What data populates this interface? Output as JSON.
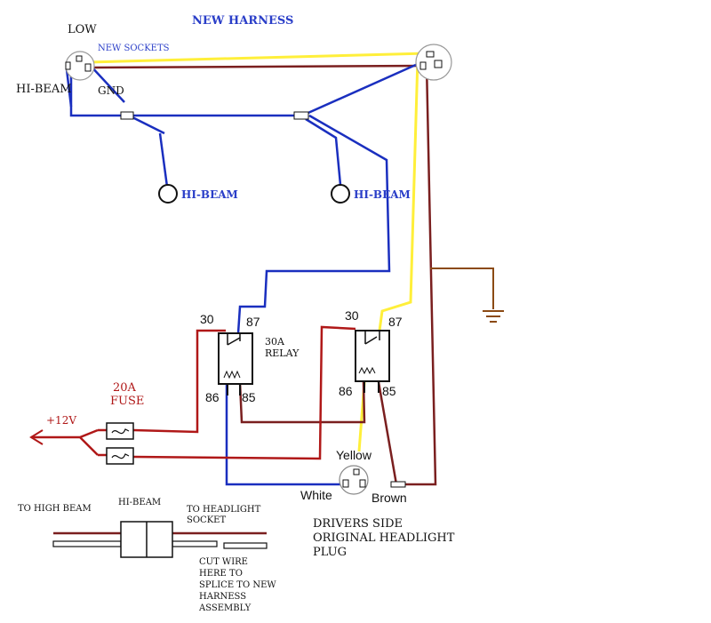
{
  "title": "NEW HARNESS",
  "headlights": {
    "left_socket_labels": {
      "low": "LOW",
      "new_sockets": "NEW SOCKETS",
      "hi_beam": "HI-BEAM",
      "gnd": "GND"
    },
    "hi_beam_bulb_1": "HI-BEAM",
    "hi_beam_bulb_2": "HI-BEAM"
  },
  "relay_left": {
    "pin_30": "30",
    "pin_87": "87",
    "pin_86": "86",
    "pin_85": "85",
    "label_line1": "30A",
    "label_line2": "RELAY"
  },
  "relay_right": {
    "pin_30": "30",
    "pin_87": "87",
    "pin_86": "86",
    "pin_85": "85"
  },
  "fuse": {
    "label_line1": "20A",
    "label_line2": "FUSE"
  },
  "power": {
    "label": "+12V"
  },
  "original_plug": {
    "yellow": "Yellow",
    "white": "White",
    "brown": "Brown",
    "caption_line1": "DRIVERS SIDE",
    "caption_line2": "ORIGINAL HEADLIGHT",
    "caption_line3": "PLUG"
  },
  "splice_legend": {
    "to_high_beam": "TO HIGH BEAM",
    "hi_beam": "HI-BEAM",
    "to_headlight_line1": "TO HEADLIGHT",
    "to_headlight_line2": "SOCKET",
    "cut_line1": "CUT WIRE",
    "cut_line2": "HERE TO",
    "cut_line3": "SPLICE TO NEW",
    "cut_line4": "HARNESS",
    "cut_line5": "ASSEMBLY"
  },
  "colors": {
    "wire_blue": "#1a2fbf",
    "wire_yellow": "#ffef3a",
    "wire_brown": "#7a1f1f",
    "wire_red": "#b01818",
    "ground_brown": "#8b4a14",
    "label_blue": "#2a3ec8",
    "label_red": "#b01818",
    "text_black": "#111111"
  }
}
